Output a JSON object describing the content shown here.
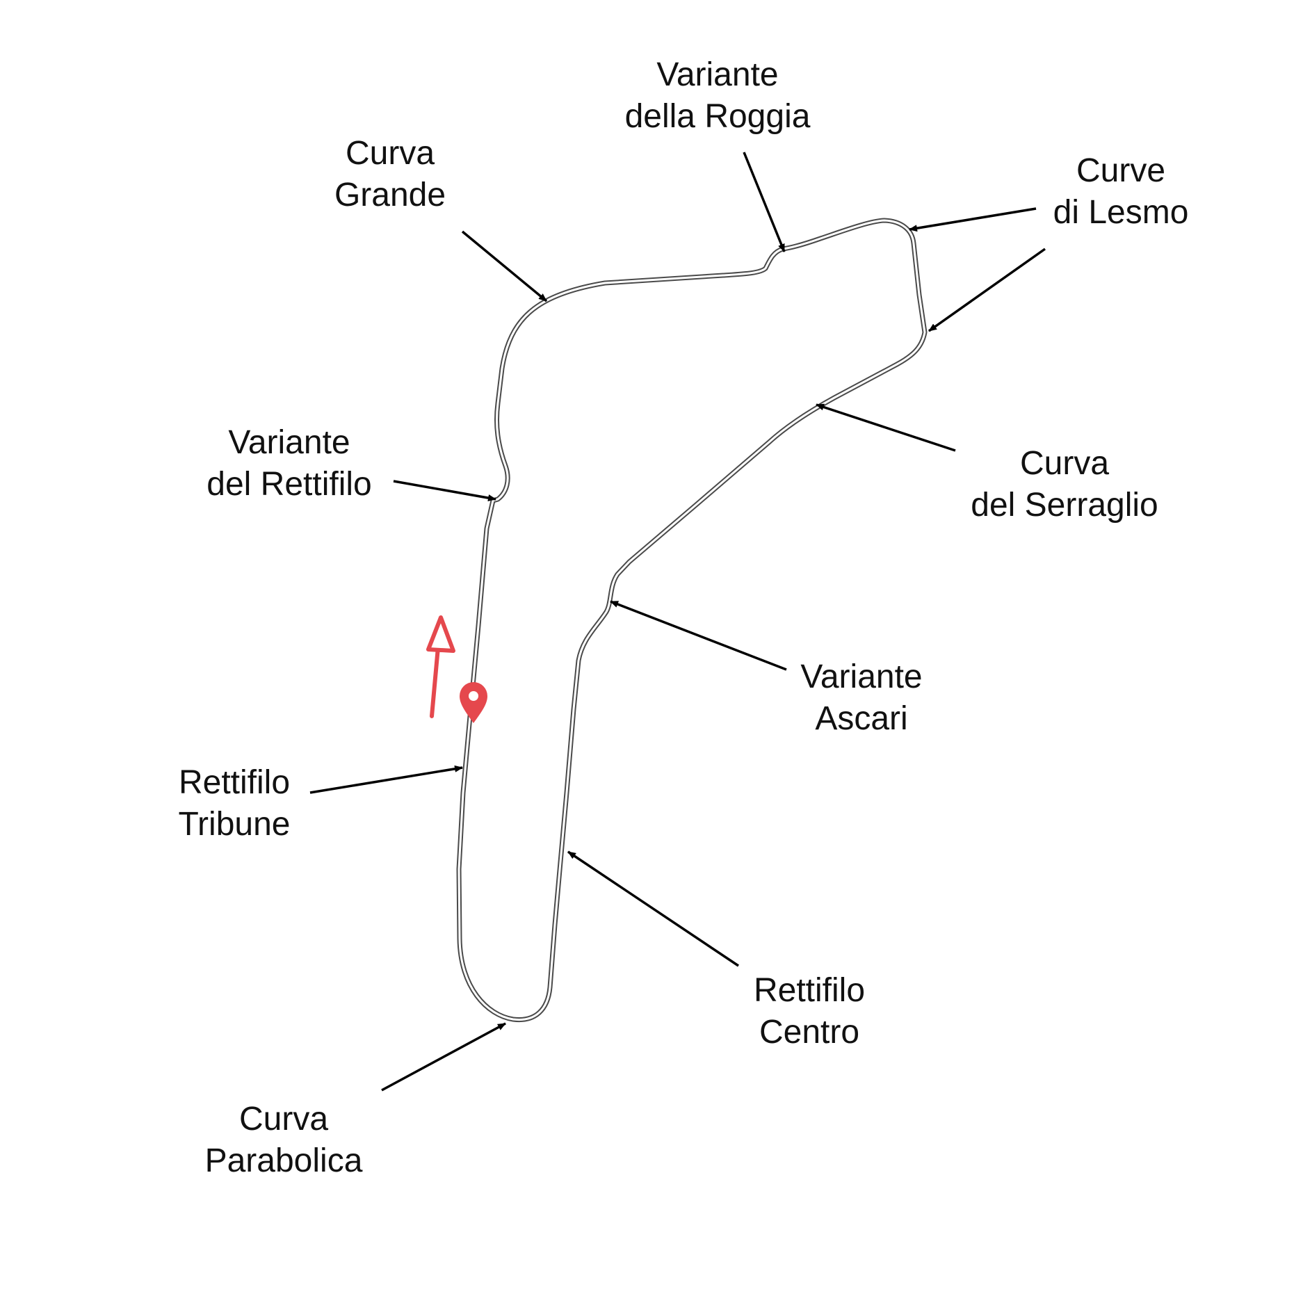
{
  "colors": {
    "background": "#ffffff",
    "track_outline": "#4a4a4a",
    "track_fill": "#ffffff",
    "arrow": "#000000",
    "label_text": "#111111",
    "marker": "#e5484d"
  },
  "icons": {
    "location_marker": "map-pin-icon",
    "direction_arrow": "up-arrow-icon"
  },
  "labels": {
    "variante_della_roggia": {
      "line1": "Variante",
      "line2": "della Roggia"
    },
    "curva_grande": {
      "line1": "Curva",
      "line2": "Grande"
    },
    "curve_di_lesmo": {
      "line1": "Curve",
      "line2": "di Lesmo"
    },
    "variante_del_rettifilo": {
      "line1": "Variante",
      "line2": "del Rettifilo"
    },
    "curva_del_serraglio": {
      "line1": "Curva",
      "line2": "del Serraglio"
    },
    "variante_ascari": {
      "line1": "Variante",
      "line2": "Ascari"
    },
    "rettifilo_tribune": {
      "line1": "Rettifilo",
      "line2": "Tribune"
    },
    "rettifilo_centro": {
      "line1": "Rettifilo",
      "line2": "Centro"
    },
    "curva_parabolica": {
      "line1": "Curva",
      "line2": "Parabolica"
    }
  }
}
